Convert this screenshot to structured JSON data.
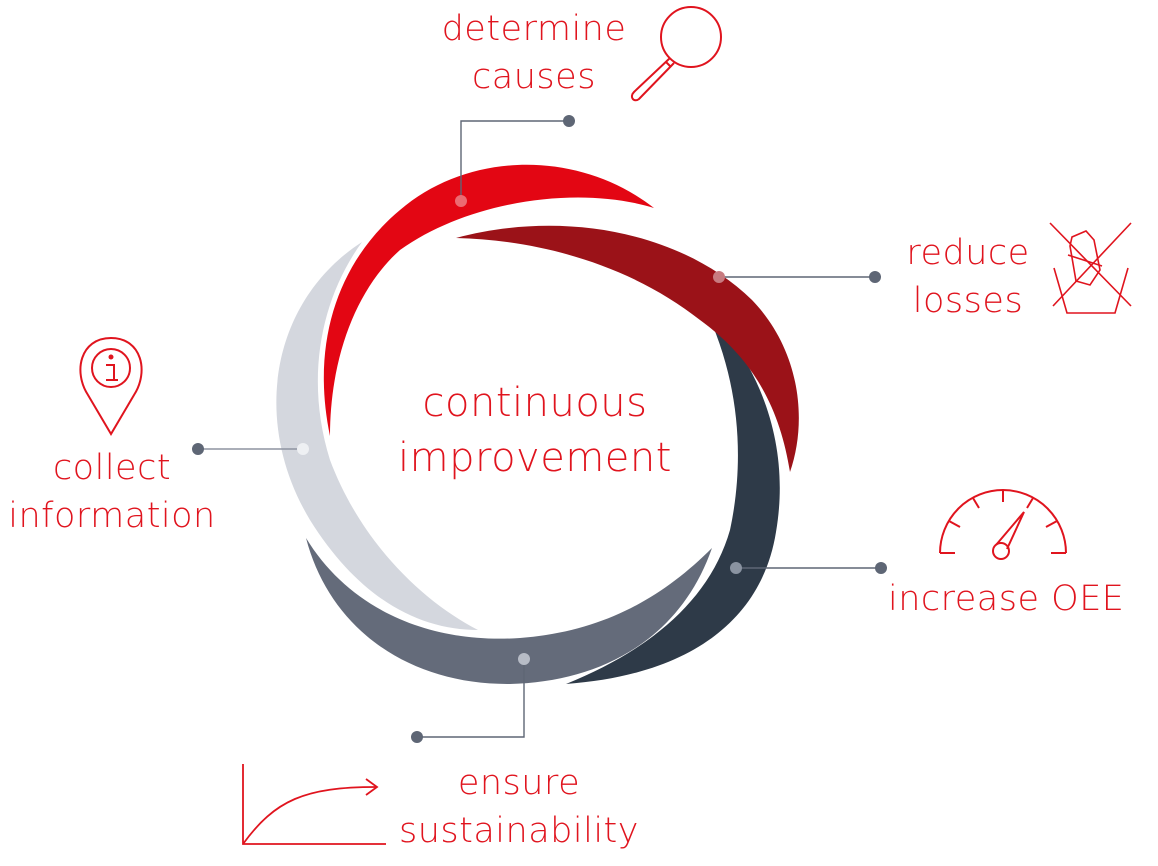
{
  "center": {
    "line1": "continuous",
    "line2": "improvement"
  },
  "steps": [
    {
      "id": "determine-causes",
      "line1": "determine",
      "line2": "causes",
      "icon": "magnifier-icon"
    },
    {
      "id": "reduce-losses",
      "line1": "reduce",
      "line2": "losses",
      "icon": "crossed-out-waste-bin-icon"
    },
    {
      "id": "increase-oee",
      "line1": "increase OEE",
      "line2": "",
      "icon": "speedometer-icon"
    },
    {
      "id": "ensure-sustainability",
      "line1": "ensure",
      "line2": "sustainability",
      "icon": "growth-curve-icon"
    },
    {
      "id": "collect-information",
      "line1": "collect",
      "line2": "information",
      "icon": "info-pin-icon"
    }
  ],
  "colors": {
    "label_red": "#e0141e",
    "segment_red": "#e30613",
    "segment_dark_red": "#9b1218",
    "segment_navy": "#2e3a48",
    "segment_slate": "#646b7a",
    "segment_light_gray": "#d4d7de",
    "connector": "#5e6675"
  }
}
